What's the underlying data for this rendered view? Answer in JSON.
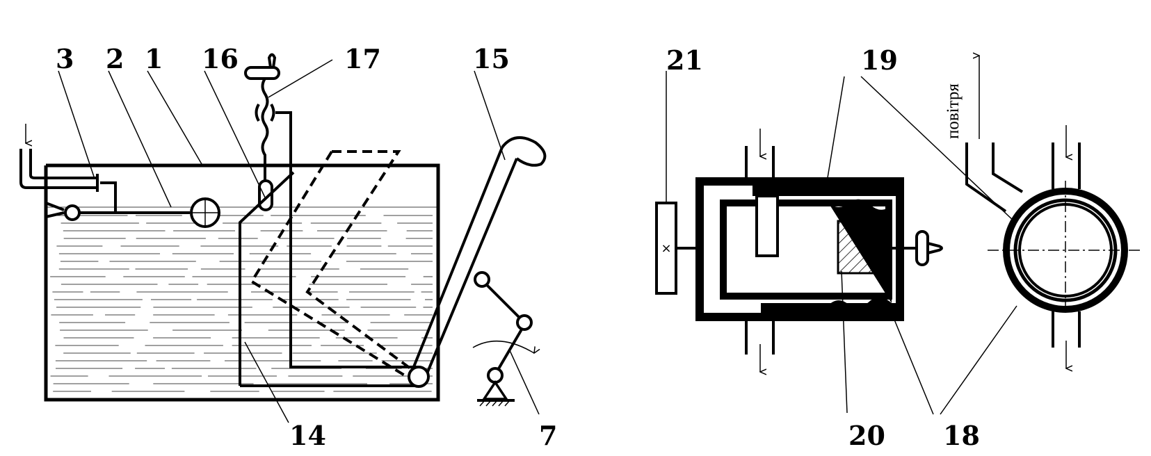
{
  "labels": {
    "l1": "1",
    "l2": "2",
    "l3": "3",
    "l7": "7",
    "l14": "14",
    "l15": "15",
    "l16": "16",
    "l17": "17",
    "l18": "18",
    "l19": "19",
    "l20": "20",
    "l21": "21",
    "air": "повітря"
  }
}
